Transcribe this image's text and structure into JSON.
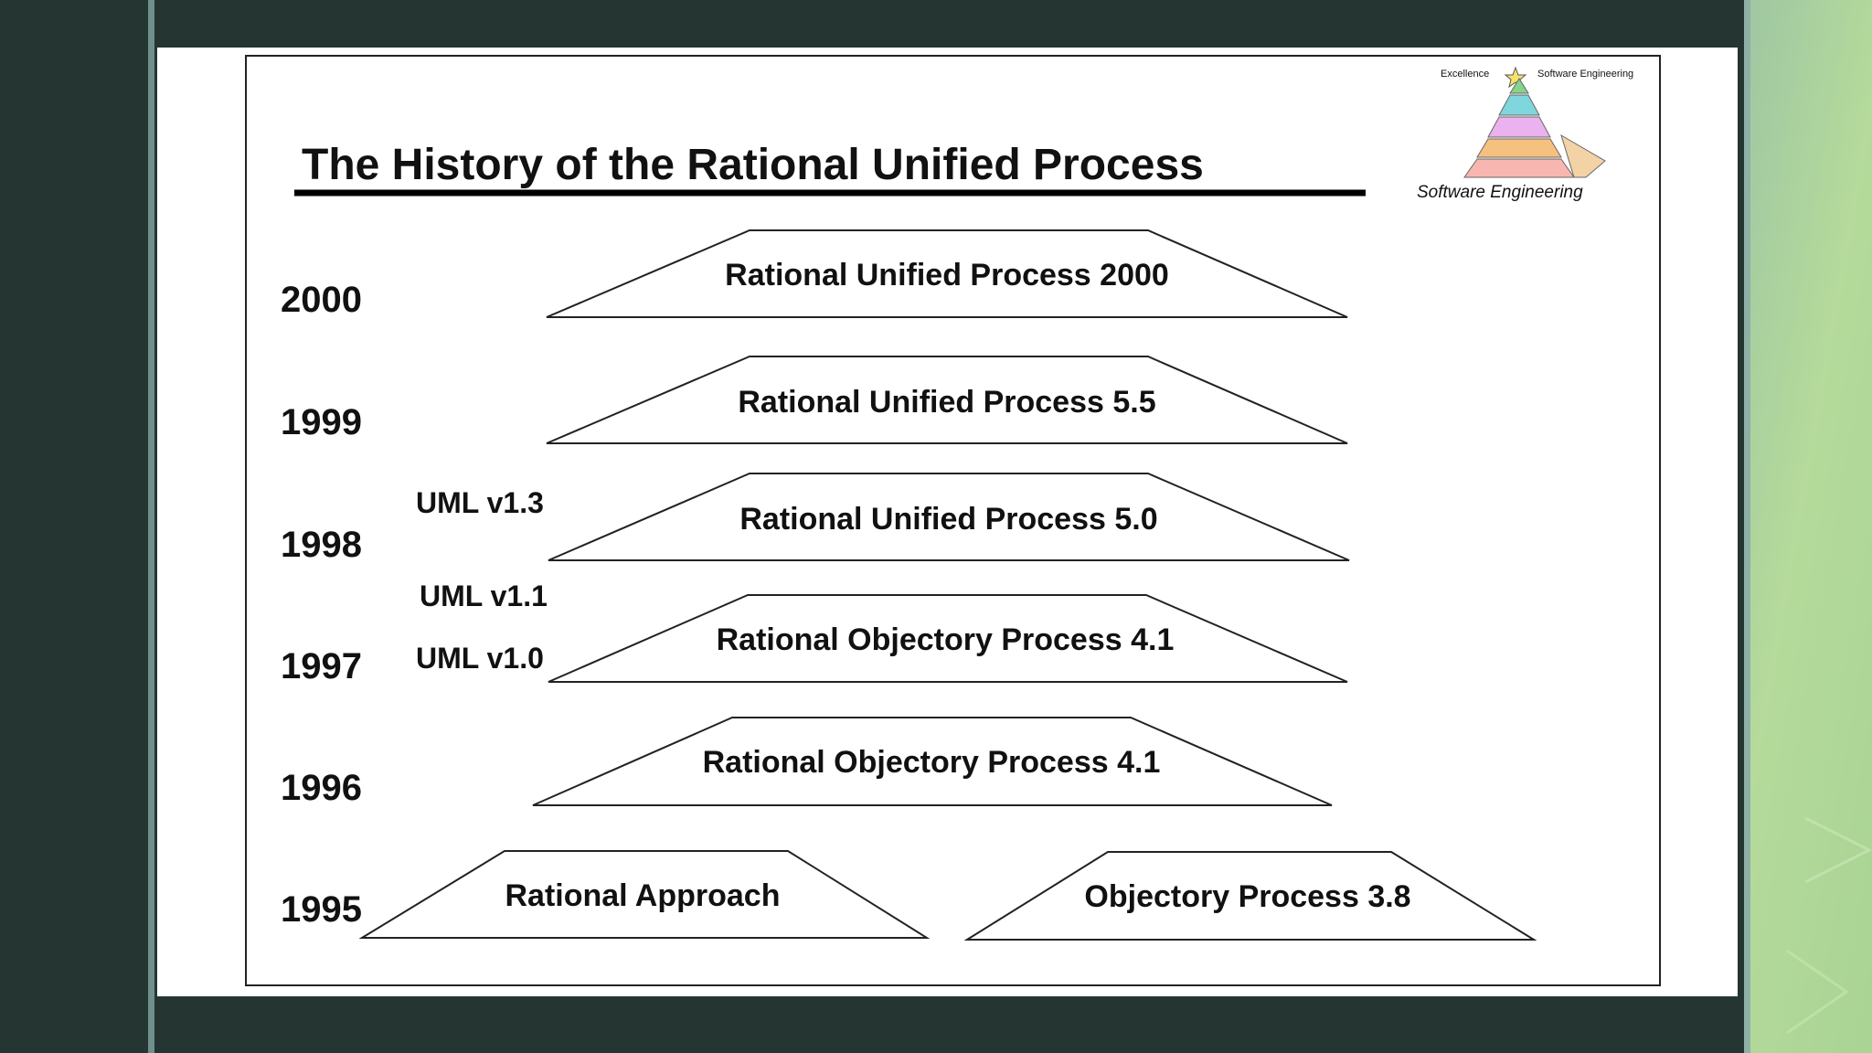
{
  "title": "The History of the Rational Unified Process",
  "logo": {
    "top_left_caption": "Excellence",
    "top_right_caption": "Software Engineering",
    "bottom_caption": "Software Engineering"
  },
  "years": [
    "2000",
    "1999",
    "1998",
    "1997",
    "1996",
    "1995"
  ],
  "uml_versions": [
    "UML v1.3",
    "UML v1.1",
    "UML v1.0"
  ],
  "stages": [
    {
      "label": "Rational Unified Process 2000"
    },
    {
      "label": "Rational Unified Process 5.5"
    },
    {
      "label": "Rational Unified Process 5.0"
    },
    {
      "label": "Rational Objectory Process 4.1"
    },
    {
      "label": "Rational Objectory Process 4.1"
    },
    {
      "label": "Rational Approach"
    },
    {
      "label": "Objectory Process 3.8"
    }
  ],
  "colors": {
    "background": "#253632",
    "slide": "#ffffff",
    "accent_green": "#b5da9b",
    "ink": "#111111"
  }
}
